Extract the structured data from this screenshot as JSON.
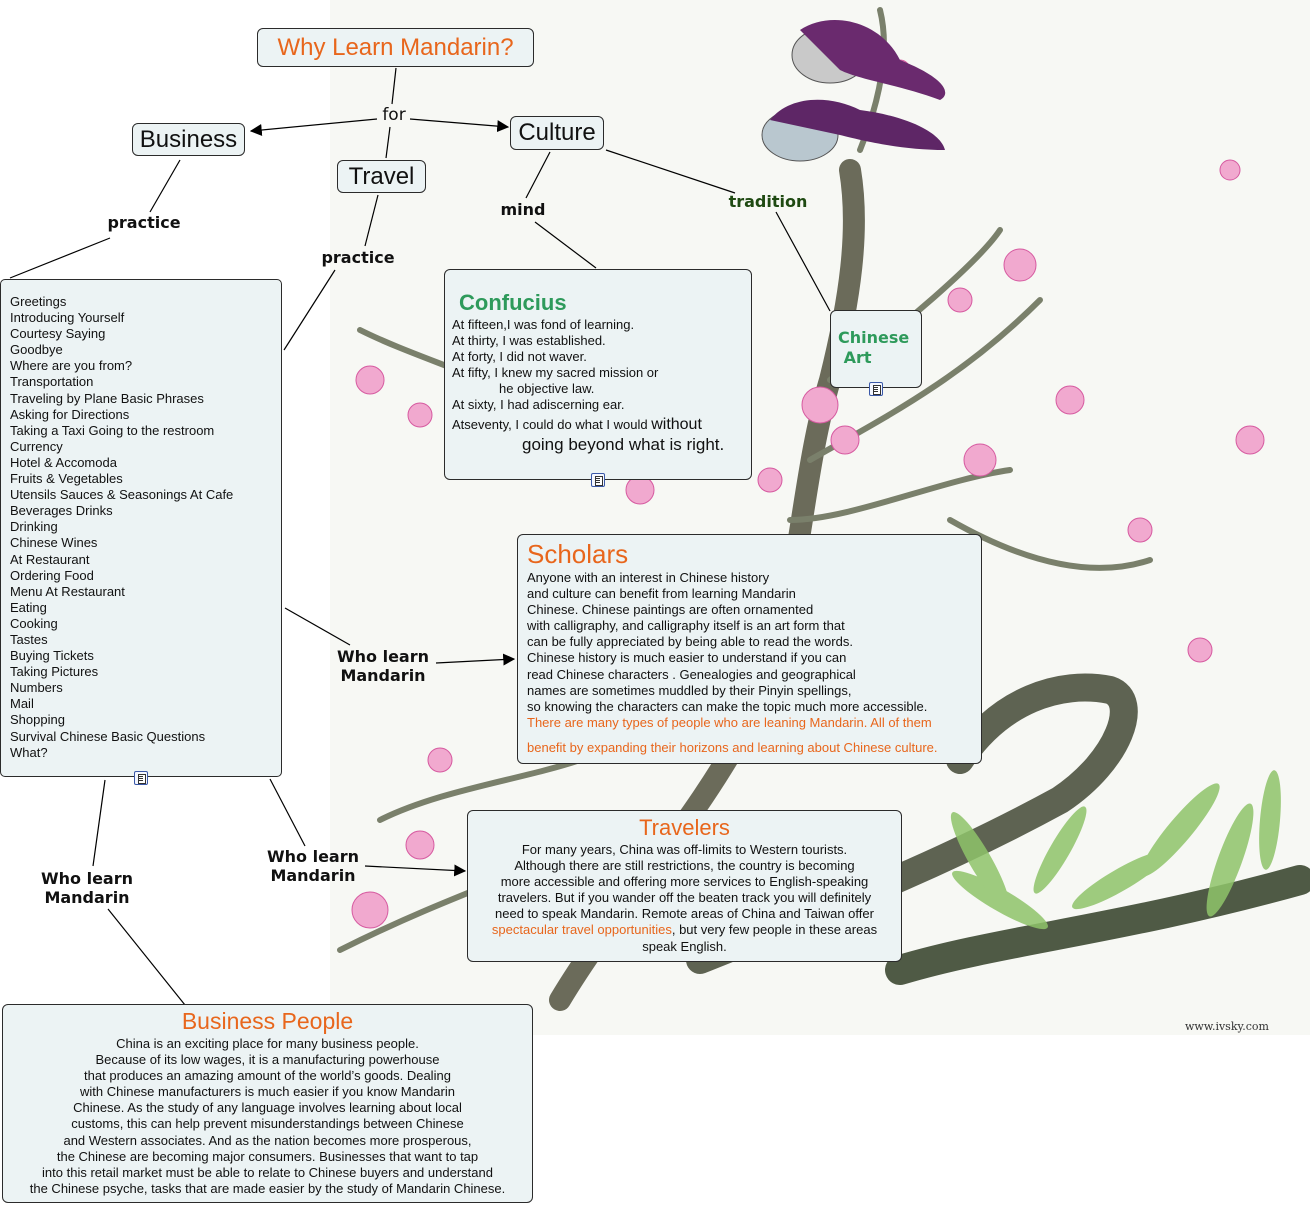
{
  "root": {
    "title": "Why Learn Mandarin?"
  },
  "links": {
    "for": "for",
    "practice_business": "practice",
    "practice_travel": "practice",
    "mind": "mind",
    "tradition": "tradition",
    "who_learn_scholars": "Who learn\nMandarin",
    "who_learn_travelers": "Who learn\nMandarin",
    "who_learn_business": "Who learn\nMandarin"
  },
  "nodes": {
    "business": "Business",
    "travel": "Travel",
    "culture": "Culture",
    "chinese_art": "Chinese\n Art"
  },
  "phrases": [
    "Greetings",
    "Introducing Yourself",
    "Courtesy Saying",
    "Goodbye",
    "Where are you from?",
    "Transportation",
    "Traveling by Plane Basic Phrases",
    "Asking for Directions",
    "Taking a Taxi Going to the restroom",
    "Currency",
    "Hotel & Accomoda",
    "Fruits & Vegetables",
    "Utensils Sauces & Seasonings At Cafe",
    "Beverages Drinks",
    "Drinking",
    "Chinese Wines",
    "At Restaurant",
    "Ordering Food",
    "Menu At Restaurant",
    "Eating",
    "Cooking",
    "Tastes",
    "Buying Tickets",
    "Taking Pictures",
    "Numbers",
    "Mail",
    "Shopping",
    "Survival Chinese Basic Questions",
    "What?"
  ],
  "confucius": {
    "title": "Confucius",
    "lines": [
      "At fifteen,I was fond of learning.",
      "At thirty, I was established.",
      "At forty, I did not waver.",
      "At fifty, I knew my sacred mission or",
      "he objective law.",
      "At sixty, I had adiscerning ear."
    ],
    "last_small": "Atseventy, I could do what I would ",
    "last_big_1": "without",
    "last_big_2": "going beyond what is right."
  },
  "scholars": {
    "title": "Scholars",
    "lines": [
      "Anyone with an interest in Chinese history",
      "and culture can benefit from learning Mandarin",
      "Chinese. Chinese paintings are often ornamented",
      "with calligraphy, and calligraphy itself is an art form that",
      "can be fully appreciated by being able to read the words.",
      "Chinese history is much easier to understand if you can",
      "read Chinese characters . Genealogies and geographical",
      "names are sometimes muddled by their Pinyin spellings,",
      "so knowing the characters can make the topic much more accessible."
    ],
    "orange_1": "There are many types of people who are leaning Mandarin. All of them",
    "orange_2": "benefit by expanding their horizons and learning about Chinese culture."
  },
  "travelers": {
    "title": "Travelers",
    "lines": [
      "For many years, China was off-limits to Western tourists.",
      "Although there are still restrictions, the country is becoming",
      "more accessible and offering more services to English-speaking",
      "travelers. But if you wander off the beaten track you will definitely",
      "need to speak Mandarin. Remote areas of China and Taiwan offer"
    ],
    "orange_part": "spectacular travel opportunities",
    "rest_part": ", but very few people in these areas",
    "last_line": "speak English."
  },
  "business_people": {
    "title": "Business People",
    "lines": [
      "China is an exciting place for many business people.",
      "Because of its low wages, it is a manufacturing powerhouse",
      "that produces an amazing amount of the world’s goods. Dealing",
      "with Chinese manufacturers is much easier if you know Mandarin",
      "Chinese. As the study of any language involves learning about local",
      "customs, this can help prevent misunderstandings between Chinese",
      "and Western associates. And as the nation becomes more prosperous,",
      "the Chinese are becoming major consumers. Businesses that want to tap",
      "into this retail market must be able to relate to Chinese buyers and understand",
      "the Chinese psyche, tasks that are made easier by the study of Mandarin Chinese."
    ]
  },
  "watermark": "www.ivsky.com"
}
